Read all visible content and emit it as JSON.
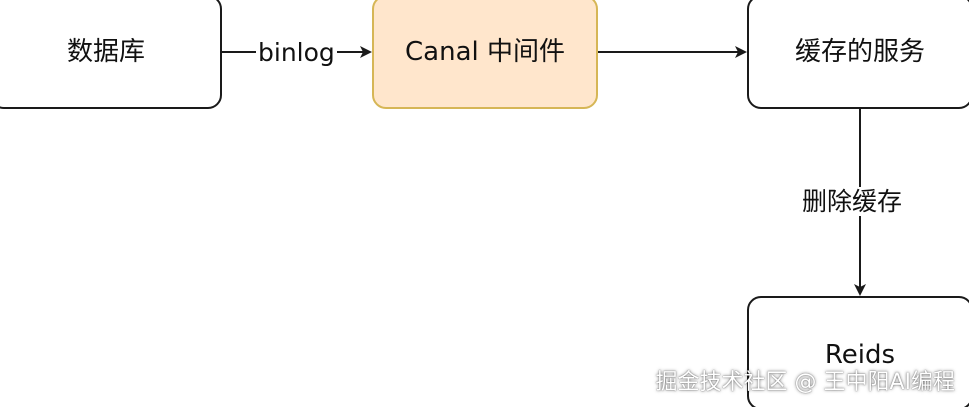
{
  "nodes": {
    "database": "数据库",
    "canal": "Canal 中间件",
    "cache_service": "缓存的服务",
    "redis": "Reids"
  },
  "edges": {
    "binlog": "binlog",
    "delete_cache": "删除缓存"
  },
  "watermark": "掘金技术社区 @ 王中阳AI编程",
  "colors": {
    "canal_fill": "#ffe6cc",
    "canal_stroke": "#d6b656",
    "stroke": "#1a1a1a"
  }
}
